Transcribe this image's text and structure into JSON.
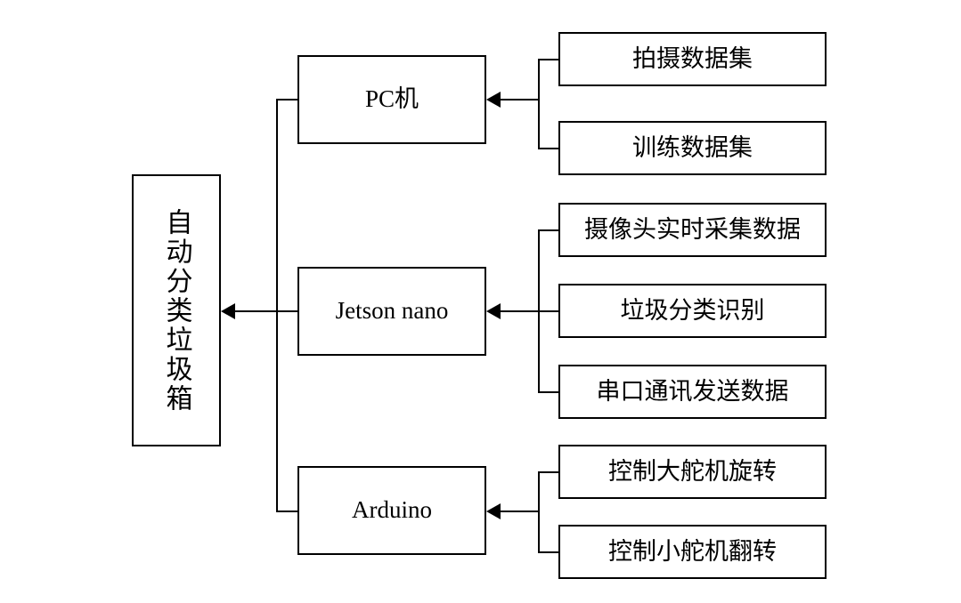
{
  "diagram": {
    "title": "",
    "type": "block-flow",
    "root": {
      "label": "自动分类垃圾箱"
    },
    "stages": [
      {
        "id": "pc",
        "label": "PC机"
      },
      {
        "id": "jetson",
        "label": "Jetson nano"
      },
      {
        "id": "arduino",
        "label": "Arduino"
      }
    ],
    "leaves": [
      {
        "stage": "pc",
        "label": "拍摄数据集"
      },
      {
        "stage": "pc",
        "label": "训练数据集"
      },
      {
        "stage": "jetson",
        "label": "摄像头实时采集数据"
      },
      {
        "stage": "jetson",
        "label": "垃圾分类识别"
      },
      {
        "stage": "jetson",
        "label": "串口通讯发送数据"
      },
      {
        "stage": "arduino",
        "label": "控制大舵机旋转"
      },
      {
        "stage": "arduino",
        "label": "控制小舵机翻转"
      }
    ],
    "colors": {
      "stroke": "#000000",
      "background": "#ffffff",
      "text": "#000000"
    }
  }
}
